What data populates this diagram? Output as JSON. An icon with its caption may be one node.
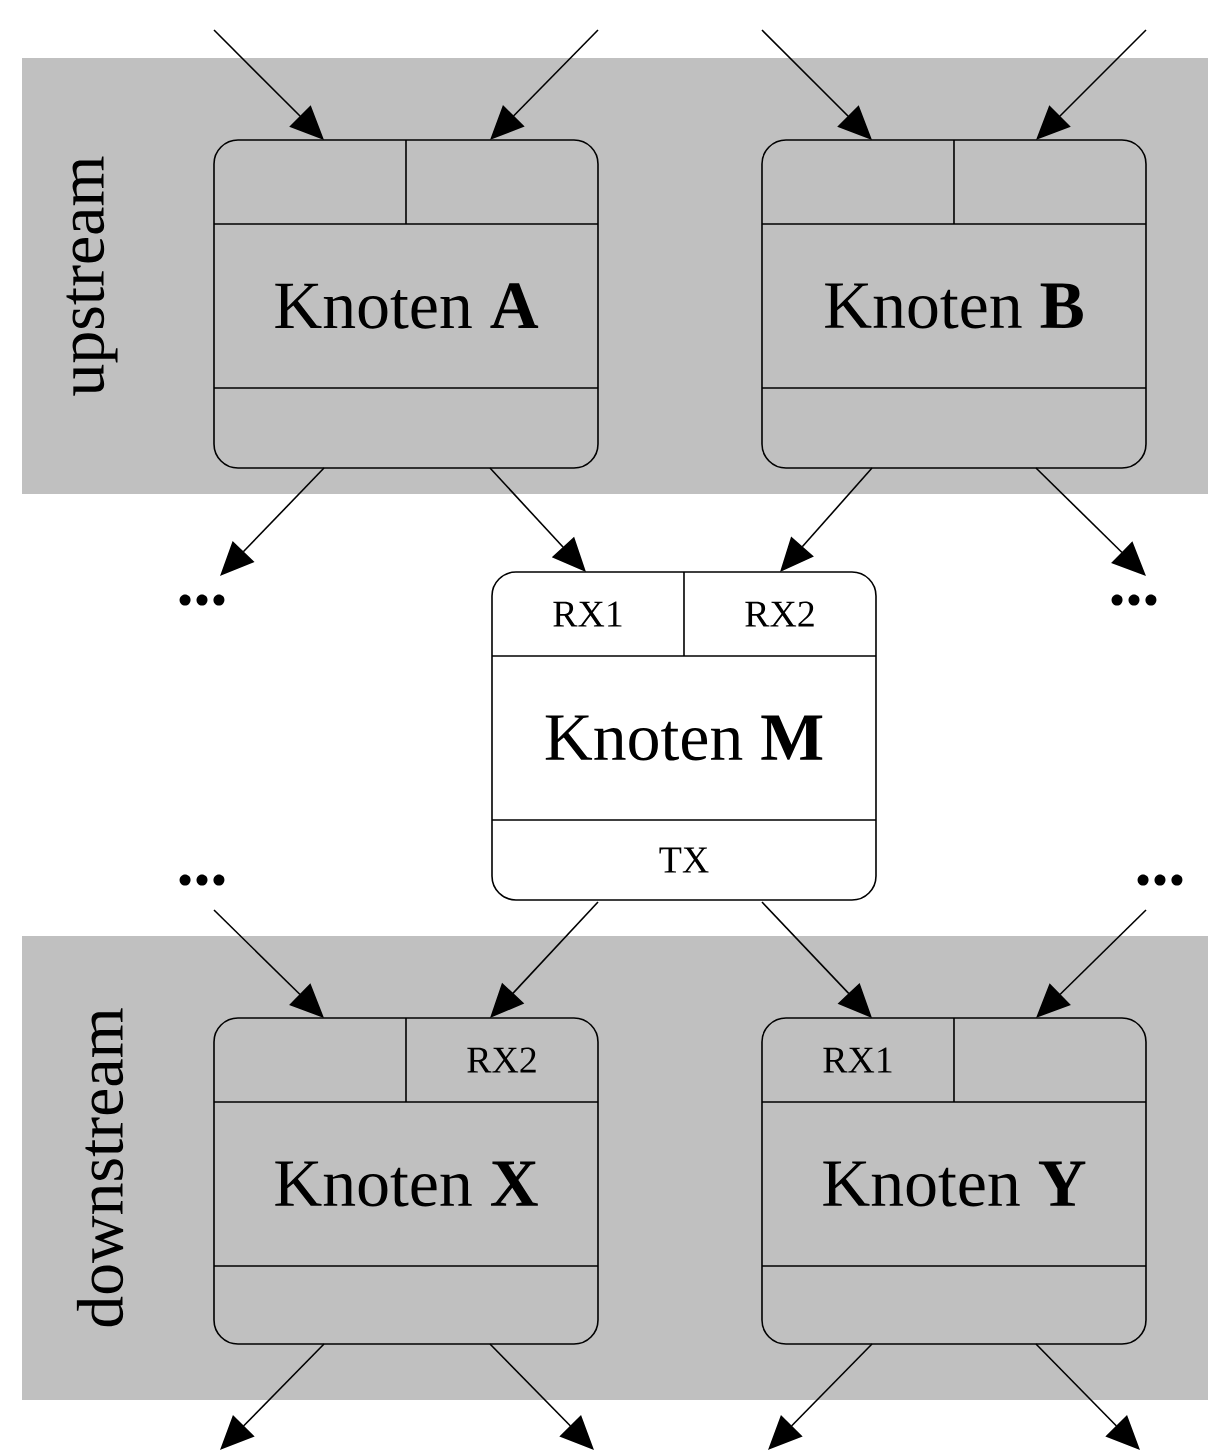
{
  "diagram": {
    "nodes": [
      {
        "text": [
          "upstream"
        ]
      },
      {
        "text": [
          "Knoten **A**"
        ],
        "in": 0
      },
      {
        "text": [
          "Knoten **B**"
        ],
        "in": 0
      },
      {
        "text": [
          "..."
        ]
      },
      {
        "text": [
          "RX1",
          "RX2",
          "Knoten **M**",
          "TX"
        ]
      },
      {
        "text": [
          "..."
        ]
      },
      {
        "text": [
          "..."
        ]
      },
      {
        "text": [
          "..."
        ]
      },
      {
        "text": [
          "downstream"
        ]
      },
      {
        "text": [
          "RX2",
          "Knoten **X**"
        ],
        "in": 8
      },
      {
        "text": [
          "RX1",
          "Knoten **Y**"
        ],
        "in": 8
      }
    ],
    "edges": [
      {
        "from": null,
        "to": 1,
        "arrow": "to"
      },
      {
        "from": null,
        "to": 1,
        "arrow": "to"
      },
      {
        "from": null,
        "to": 2,
        "arrow": "to"
      },
      {
        "from": null,
        "to": 2,
        "arrow": "to"
      },
      {
        "from": 1,
        "to": 3,
        "arrow": "to"
      },
      {
        "from": 1,
        "to": 4,
        "arrow": "to"
      },
      {
        "from": 2,
        "to": 4,
        "arrow": "to"
      },
      {
        "from": 2,
        "to": 5,
        "arrow": "to"
      },
      {
        "from": 6,
        "to": 9,
        "arrow": "to"
      },
      {
        "from": 4,
        "to": 9,
        "arrow": "to"
      },
      {
        "from": 4,
        "to": 10,
        "arrow": "to"
      },
      {
        "from": 7,
        "to": 10,
        "arrow": "to"
      },
      {
        "from": 9,
        "to": null,
        "arrow": "to"
      },
      {
        "from": 9,
        "to": null,
        "arrow": "to"
      },
      {
        "from": 10,
        "to": null,
        "arrow": "to"
      },
      {
        "from": 10,
        "to": null,
        "arrow": "to"
      }
    ]
  }
}
